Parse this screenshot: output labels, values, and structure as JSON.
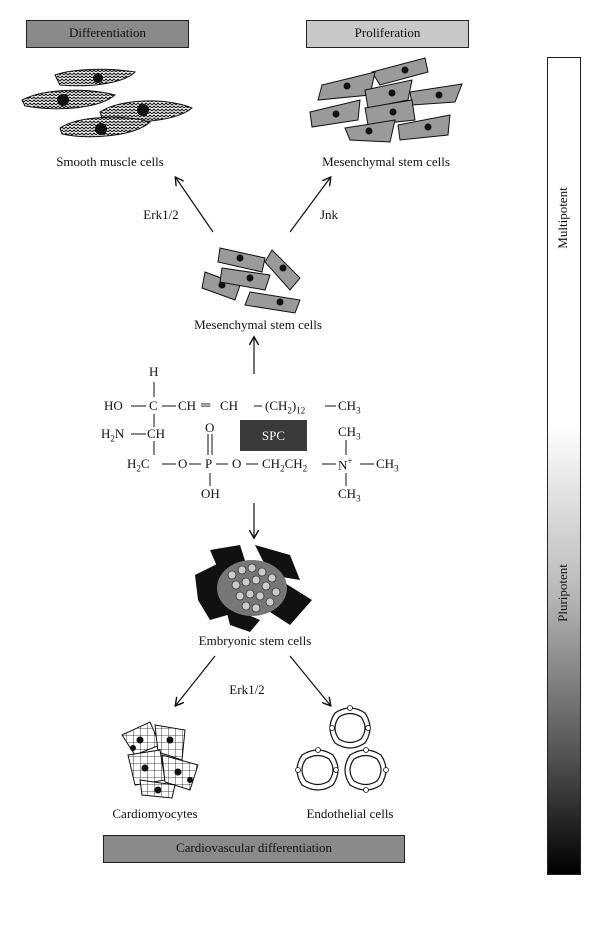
{
  "top_boxes": {
    "differentiation": "Differentiation",
    "proliferation": "Proliferation"
  },
  "labels": {
    "smooth_muscle": "Smooth muscle cells",
    "msc_top": "Mesenchymal stem cells",
    "msc_mid": "Mesenchymal stem cells",
    "erk_top": "Erk1/2",
    "jnk": "Jnk",
    "esc": "Embryonic stem cells",
    "erk_bottom": "Erk1/2",
    "cardiomyocytes": "Cardiomyocytes",
    "endothelial": "Endothelial cells",
    "spc": "SPC"
  },
  "bottom_box": "Cardiovascular differentiation",
  "potency_bar": {
    "upper": "Multipotent",
    "lower": "Pluripotent"
  },
  "chem": {
    "h": "H",
    "row1_left": "HO",
    "c1": "C",
    "ch_eq": "CH",
    "eq": "═",
    "ch2": "CH",
    "ch2n": "(CH",
    "sub2": "2",
    "close12": ")",
    "sub12": "12",
    "ch3_top": "CH",
    "sub3a": "3",
    "h2n": "H",
    "sub_h2n": "2",
    "n_ch": "N",
    "ch_r2": "CH",
    "o_top": "O",
    "h2c": "H",
    "sub_h2c": "2",
    "c_o": "C",
    "o1": "O",
    "p": "P",
    "o2": "O",
    "ch2ch2": "CH",
    "sub_a": "2",
    "ch2b": "CH",
    "sub_b": "2",
    "n_plus": "N",
    "plus": "+",
    "ch3_r": "CH",
    "sub3b": "3",
    "ch3_up": "CH",
    "sub3c": "3",
    "ch3_dn": "CH",
    "sub3d": "3",
    "oh": "OH"
  },
  "colors": {
    "box_dark": "#8a8a8a",
    "box_light": "#c8c8c8",
    "spc_box": "#3a3a3a",
    "cell_gray": "#9a9a9a"
  }
}
